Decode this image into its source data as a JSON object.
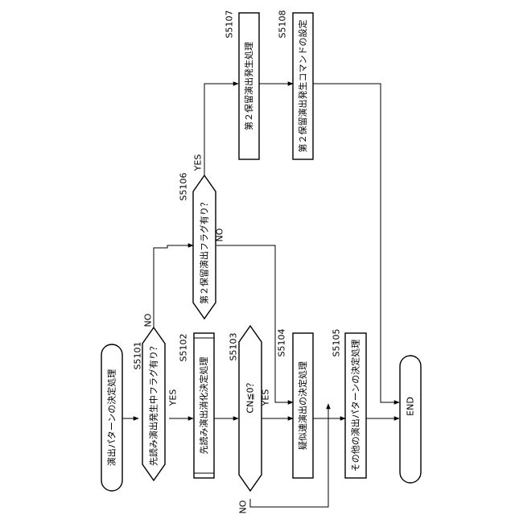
{
  "nodes": {
    "start": {
      "label": "演出パターンの決定処理"
    },
    "s5101": {
      "step": "S5101",
      "label": "先読み演出発生中フラグ有り？"
    },
    "s5102": {
      "step": "S5102",
      "label": "先読み演出消化決定処理"
    },
    "s5103": {
      "step": "S5103",
      "label": "CN≦0？"
    },
    "s5104": {
      "step": "S5104",
      "label": "疑似連演出の決定処理"
    },
    "s5105": {
      "step": "S5105",
      "label": "その他の演出パターンの決定処理"
    },
    "s5106": {
      "step": "S5106",
      "label": "第２保留演出フラグ有り？"
    },
    "s5107": {
      "step": "S5107",
      "label": "第２保留演出発生処理"
    },
    "s5108": {
      "step": "S5108",
      "label": "第２保留演出発生コマンドの設定"
    },
    "end": {
      "label": "END"
    }
  },
  "branches": {
    "yes": "YES",
    "no": "NO"
  }
}
